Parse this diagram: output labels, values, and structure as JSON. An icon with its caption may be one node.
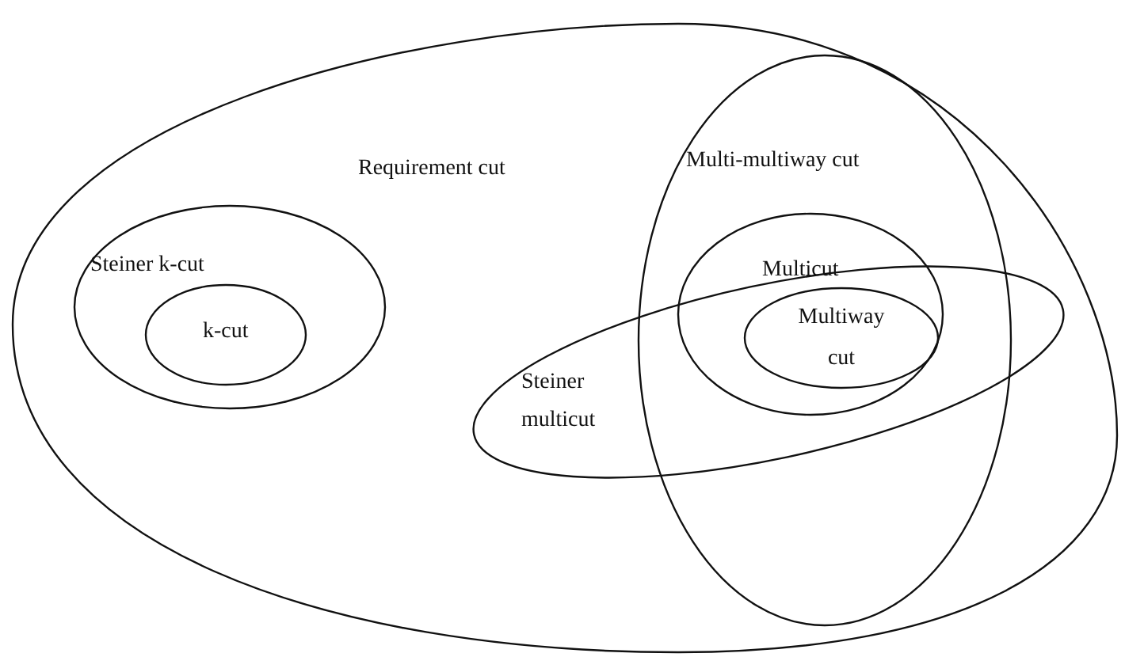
{
  "diagram": {
    "nodes": [
      {
        "text": [
          "Requirement cut"
        ]
      },
      {
        "text": [
          "Steiner k-cut"
        ],
        "in": 0
      },
      {
        "text": [
          "k-cut"
        ],
        "in": 1
      },
      {
        "text": [
          "Multi-multiway cut"
        ],
        "in": 0
      },
      {
        "text": [
          "Steiner multicut"
        ],
        "in": 0
      },
      {
        "text": [
          "Multicut"
        ],
        "in": 3
      },
      {
        "text": [
          "Multiway cut"
        ]
      }
    ]
  }
}
